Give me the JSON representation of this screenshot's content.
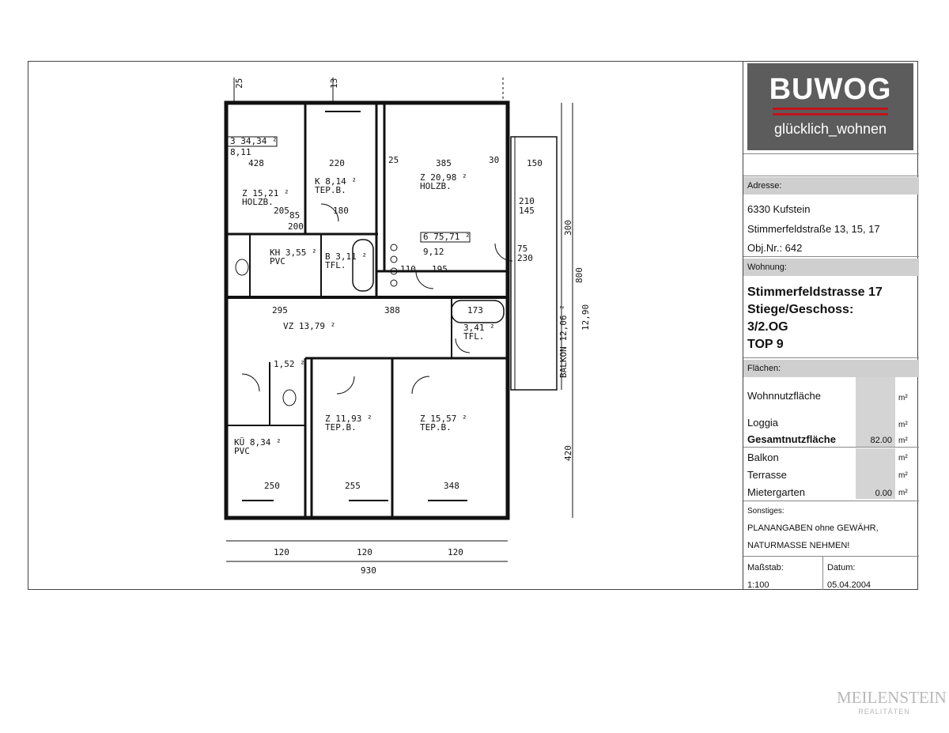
{
  "logo": {
    "brand": "BUWOG",
    "tagline": "glücklich_wohnen"
  },
  "address": {
    "label": "Adresse:",
    "city": "6330 Kufstein",
    "street": "Stimmerfeldstraße  13, 15, 17",
    "object": "Obj.Nr.: 642"
  },
  "apartment": {
    "label": "Wohnung:",
    "line1": "Stimmerfeldstrasse 17",
    "line2": "Stiege/Geschoss:",
    "line3": "3/2.OG",
    "line4": "TOP 9"
  },
  "areas": {
    "label": "Flächen:",
    "unit": "m²",
    "wohnnutzflaeche": "Wohnnutzfläche",
    "loggia": "Loggia",
    "gesamt": "Gesamtnutzfläche",
    "gesamt_value": "82.00",
    "balkon": "Balkon",
    "terrasse": "Terrasse",
    "mietergarten": "Mietergarten",
    "mietergarten_value": "0.00"
  },
  "notes": {
    "label": "Sonstiges:",
    "line1": "PLANANGABEN ohne GEWÄHR,",
    "line2": "NATURMASSE NEHMEN!"
  },
  "meta": {
    "scale_label": "Maßstab:",
    "scale_value": "1:100",
    "date_label": "Datum:",
    "date_value": "05.04.2004"
  },
  "plan": {
    "rooms": [
      {
        "label": "Z 15,21 ²",
        "sub": "HOLZB."
      },
      {
        "label": "K 8,14 ²",
        "sub": "TEP.B."
      },
      {
        "label": "Z 20,98 ²",
        "sub": "HOLZB."
      },
      {
        "label": "KH 3,55 ²",
        "sub": "PVC"
      },
      {
        "label": "B 3,11 ²",
        "sub": "TFL."
      },
      {
        "label": "VZ 13,79 ²",
        "sub": ""
      },
      {
        "label": "1,52 ²",
        "sub": ""
      },
      {
        "label": "KÜ 8,34 ²",
        "sub": "PVC"
      },
      {
        "label": "Z 11,93 ²",
        "sub": "TEP.B."
      },
      {
        "label": "Z 15,57 ²",
        "sub": "TEP.B."
      },
      {
        "label": "3,41 ²",
        "sub": "TFL."
      }
    ],
    "tags": [
      "3 34,34 ²",
      "8,11",
      "6 75,71 ²",
      "9,12",
      "BALKON 12,06 ²"
    ],
    "dims": [
      "428",
      "220",
      "385",
      "25",
      "30",
      "205",
      "180",
      "295",
      "388",
      "173",
      "250",
      "255",
      "348",
      "930",
      "120",
      "12,90",
      "300",
      "800",
      "420",
      "85",
      "200",
      "110",
      "195",
      "75",
      "230",
      "210",
      "145",
      "150"
    ]
  }
}
